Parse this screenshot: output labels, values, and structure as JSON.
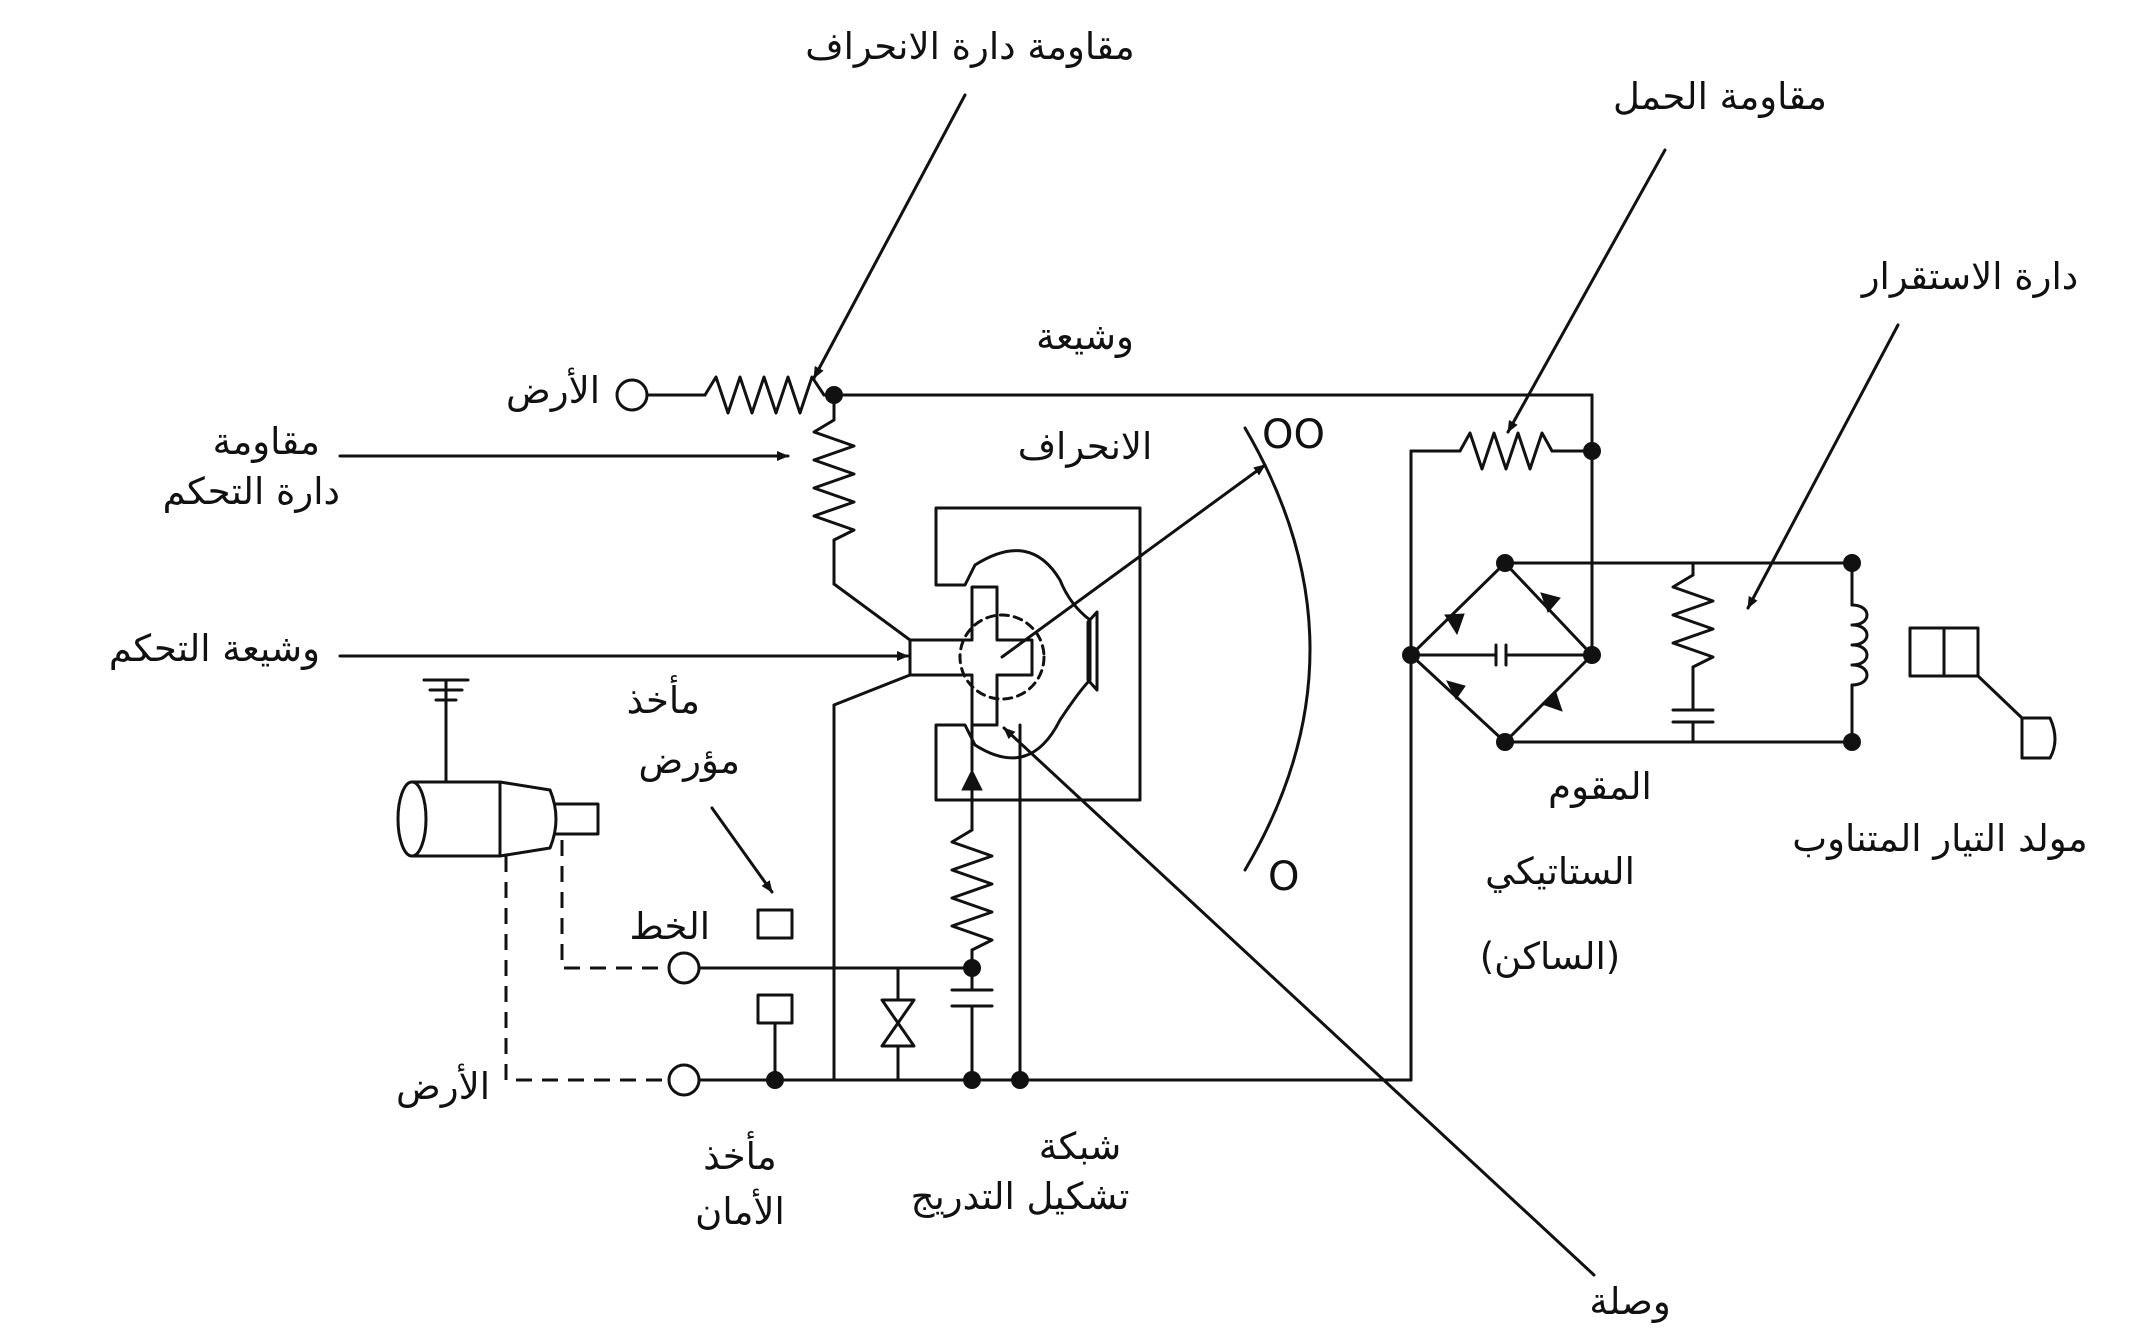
{
  "labels": {
    "deflection_resistor": "مقاومة دارة الانحراف",
    "load_resistor": "مقاومة الحمل",
    "stabilizer_circuit": "دارة الاستقرار",
    "coil": "وشيعة",
    "deflection": "الانحراف",
    "ground_top": "الأرض",
    "control_resistor_line1": "مقاومة",
    "control_resistor_line2": "دارة التحكم",
    "control_coil": "وشيعة التحكم",
    "ground_tap_line1": "مأخذ",
    "ground_tap_line2": "مؤرض",
    "line": "الخط",
    "ground_bottom": "الأرض",
    "safety_tap_line1": "مأخذ",
    "safety_tap_line2": "الأمان",
    "calibration_line1": "شبكة",
    "calibration_line2": "تشكيل التدريج",
    "connection": "وصلة",
    "rectifier_line1": "المقوم",
    "rectifier_line2": "الستاتيكي",
    "rectifier_line3": "(الساكن)",
    "ac_generator": "مولد التيار المتناوب",
    "scale_oo": "OO",
    "scale_o": "O"
  },
  "colors": {
    "ink": "#111111",
    "background": "#ffffff"
  }
}
